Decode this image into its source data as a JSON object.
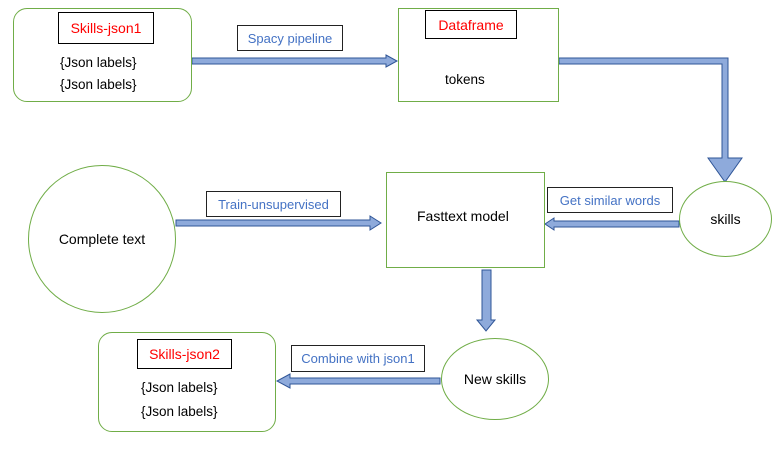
{
  "nodes": {
    "skills_json1": {
      "title": "Skills-json1",
      "lines": [
        "{Json labels}",
        "{Json labels}"
      ]
    },
    "dataframe": {
      "title": "Dataframe",
      "text": "tokens"
    },
    "skills": {
      "text": "skills"
    },
    "fasttext_model": {
      "text": "Fasttext model"
    },
    "complete_text": {
      "text": "Complete text"
    },
    "new_skills": {
      "text": "New skills"
    },
    "skills_json2": {
      "title": "Skills-json2",
      "lines": [
        "{Json labels}",
        "{Json labels}"
      ]
    }
  },
  "edges": {
    "spacy_pipeline": "Spacy pipeline",
    "train_unsupervised": "Train-unsupervised",
    "get_similar_words": "Get similar words",
    "combine_with_json1": "Combine with json1"
  },
  "colors": {
    "node_border": "#70ad47",
    "arrow_fill": "#8eaadb",
    "arrow_stroke": "#2f5597",
    "title_text": "#ff0000",
    "edge_label_text": "#4472c4"
  }
}
